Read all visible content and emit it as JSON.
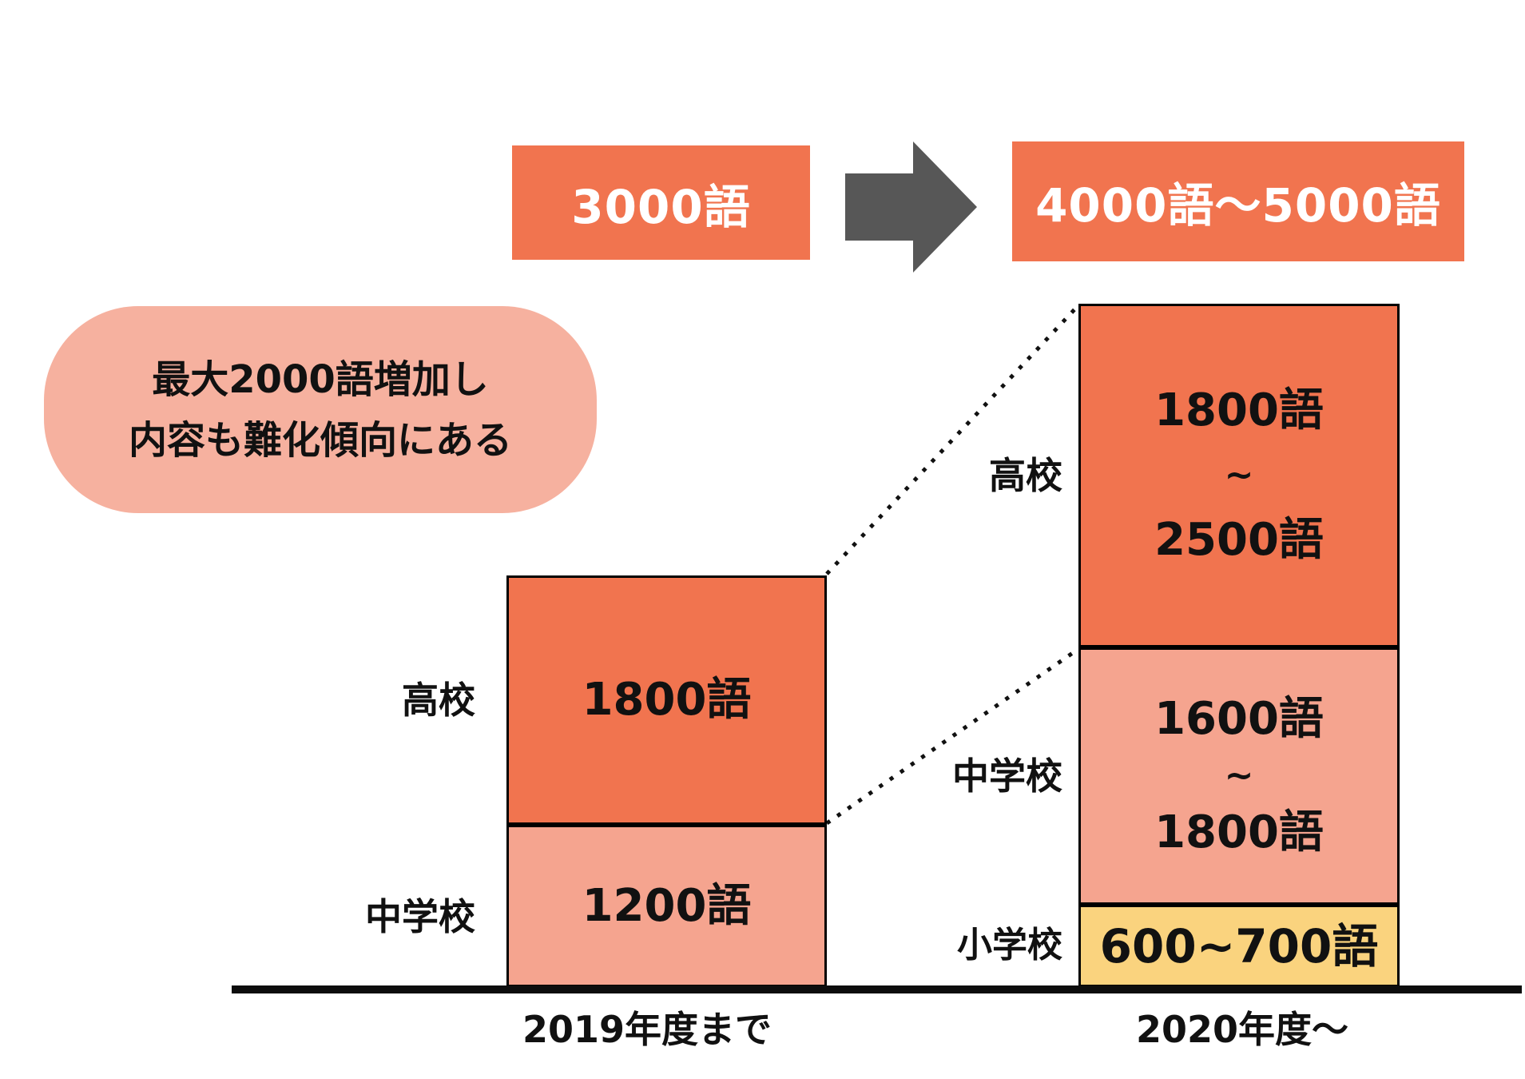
{
  "header": {
    "before": "3000語",
    "after": "4000語〜5000語"
  },
  "callout": {
    "line1": "最大2000語増加し",
    "line2": "内容も難化傾向にある"
  },
  "left_chart": {
    "axis_label": "2019年度まで",
    "segments": [
      {
        "school": "高校",
        "line1": "1800語"
      },
      {
        "school": "中学校",
        "line1": "1200語"
      }
    ]
  },
  "right_chart": {
    "axis_label": "2020年度〜",
    "segments": [
      {
        "school": "高校",
        "line1": "1800語",
        "line2": "~",
        "line3": "2500語"
      },
      {
        "school": "中学校",
        "line1": "1600語",
        "line2": "~",
        "line3": "1800語"
      },
      {
        "school": "小学校",
        "line1": "600~700語"
      }
    ]
  },
  "colors": {
    "dark_orange": "#F1744F",
    "salmon_pink": "#F5A48F",
    "bubble_pink": "#F6B19F",
    "yellow": "#FAD37E",
    "arrow_gray": "#575757",
    "text_black": "#111111",
    "text_white": "#FFFFFF"
  },
  "chart_data": {
    "type": "bar",
    "stacked": true,
    "grid": false,
    "legend_position": "none",
    "unit": "語",
    "categories": [
      "2019年度まで",
      "2020年度〜"
    ],
    "series": [
      {
        "name": "小学校",
        "values_by_category": [
          null,
          {
            "min": 600,
            "max": 700,
            "label": "600~700語"
          }
        ]
      },
      {
        "name": "中学校",
        "values_by_category": [
          {
            "min": 1200,
            "max": 1200,
            "label": "1200語"
          },
          {
            "min": 1600,
            "max": 1800,
            "label": "1600語~1800語"
          }
        ]
      },
      {
        "name": "高校",
        "values_by_category": [
          {
            "min": 1800,
            "max": 1800,
            "label": "1800語"
          },
          {
            "min": 1800,
            "max": 2500,
            "label": "1800語~2500語"
          }
        ]
      }
    ],
    "totals_by_category": [
      "3000語",
      "4000語〜5000語"
    ],
    "annotation": "最大2000語増加し内容も難化傾向にある"
  }
}
